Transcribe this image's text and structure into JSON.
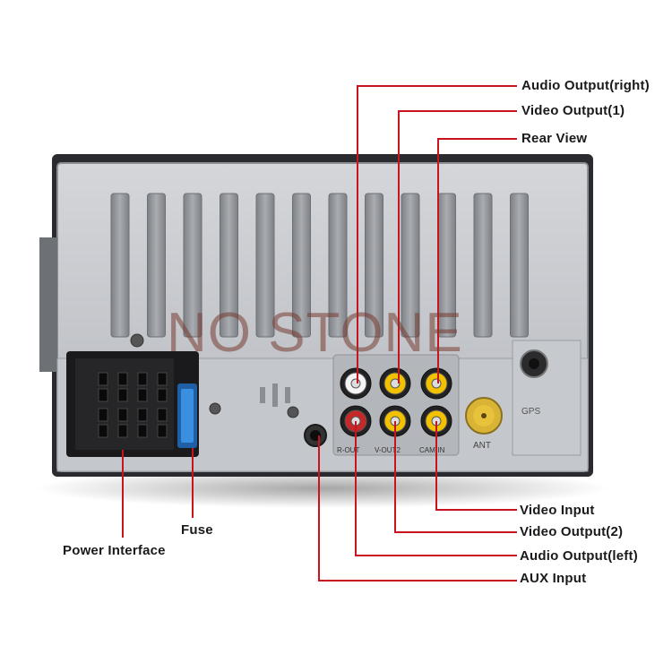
{
  "colors": {
    "callout_line": "#c8141e",
    "panel": "#bfc2c7",
    "panel_dark": "#8e9196",
    "connector": "#1c1c1c",
    "fuse": "#3a8fe0",
    "rca_red": "#c62828",
    "rca_yellow": "#f2c200",
    "rca_white": "#f4f4f4",
    "ant_yellow": "#e8c23a"
  },
  "callouts": {
    "audio_output_right": "Audio Output(right)",
    "video_output_1": "Video Output(1)",
    "rear_view": "Rear View",
    "video_input": "Video Input",
    "video_output_2": "Video Output(2)",
    "audio_output_left": "Audio Output(left)",
    "aux_input": "AUX Input",
    "fuse": "Fuse",
    "power_interface": "Power Interface"
  },
  "panel_markings": {
    "gps": "GPS",
    "ant": "ANT",
    "r_out": "R-OUT",
    "v_out2": "V-OUT2",
    "cam_in": "CAM-IN"
  },
  "watermark": "NO STONE"
}
